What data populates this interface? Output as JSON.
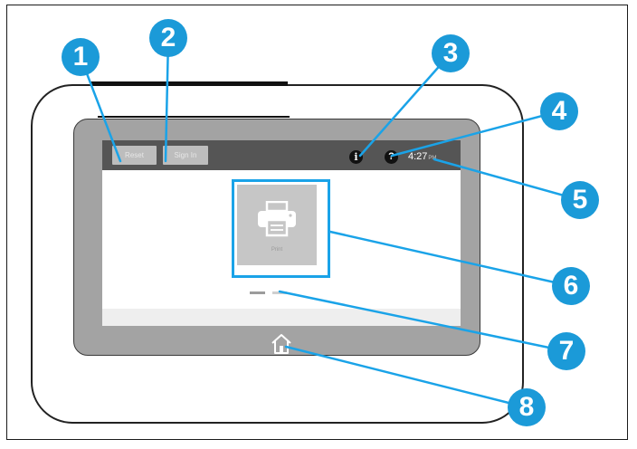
{
  "status_bar": {
    "reset_label": "Reset",
    "signin_label": "Sign In",
    "info_glyph": "i",
    "help_glyph": "?",
    "time": "4:27",
    "ampm": "PM"
  },
  "main": {
    "print_tile_label": "Print",
    "print_icon": "printer-icon",
    "home_icon": "home-icon"
  },
  "callouts": [
    "1",
    "2",
    "3",
    "4",
    "5",
    "6",
    "7",
    "8"
  ],
  "colors": {
    "callout": "#1b9ad8",
    "highlight": "#1aa3e8",
    "status_bar": "#555555",
    "bezel_gray": "#a3a3a3"
  }
}
